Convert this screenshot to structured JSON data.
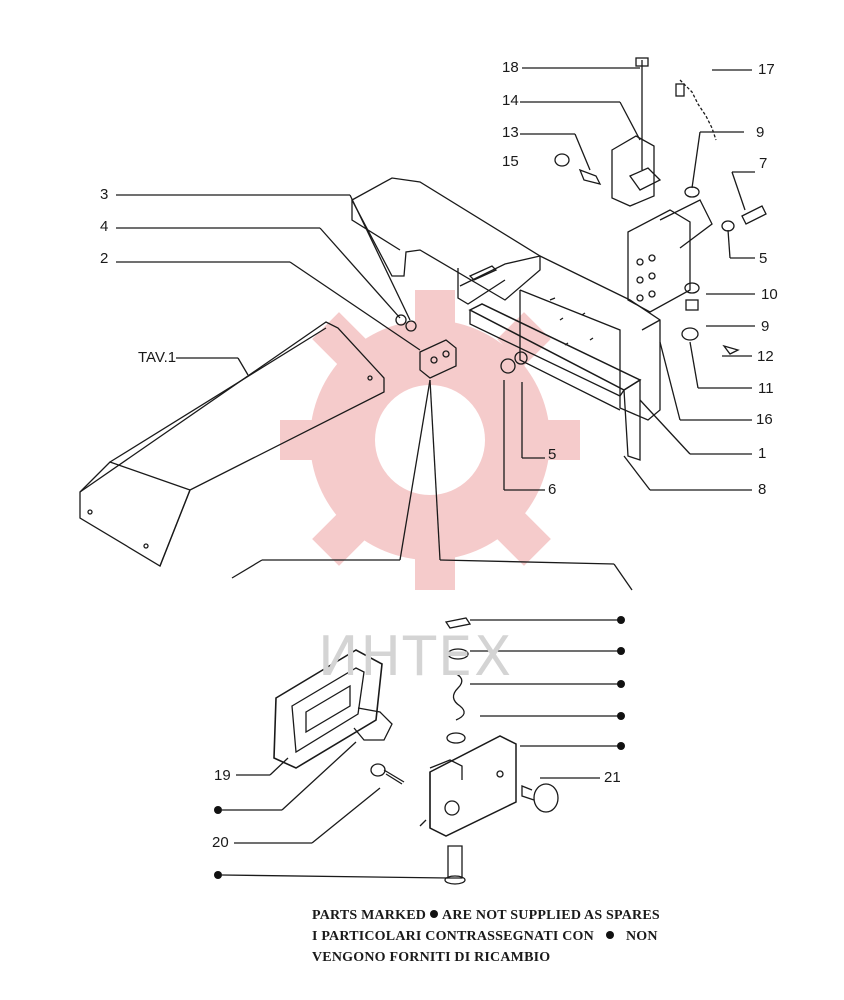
{
  "watermark": {
    "text": "ИНТЕХ",
    "color": "#f3b8b8"
  },
  "callouts": {
    "c18": "18",
    "c17": "17",
    "c14": "14",
    "c13": "13",
    "c15": "15",
    "c9a": "9",
    "c7": "7",
    "c3": "3",
    "c4": "4",
    "c2": "2",
    "c5a": "5",
    "c10": "10",
    "c9b": "9",
    "c12": "12",
    "c11": "11",
    "c16": "16",
    "tav": "TAV.1",
    "c1": "1",
    "c5b": "5",
    "c6": "6",
    "c8": "8",
    "c19": "19",
    "c21": "21",
    "c20": "20"
  },
  "notes": {
    "line1_a": "PARTS MARKED",
    "line1_b": "ARE NOT SUPPLIED AS SPARES",
    "line2_a": "I PARTICOLARI CONTRASSEGNATI CON",
    "line2_b": "NON",
    "line3": "VENGONO FORNITI DI RICAMBIO"
  }
}
